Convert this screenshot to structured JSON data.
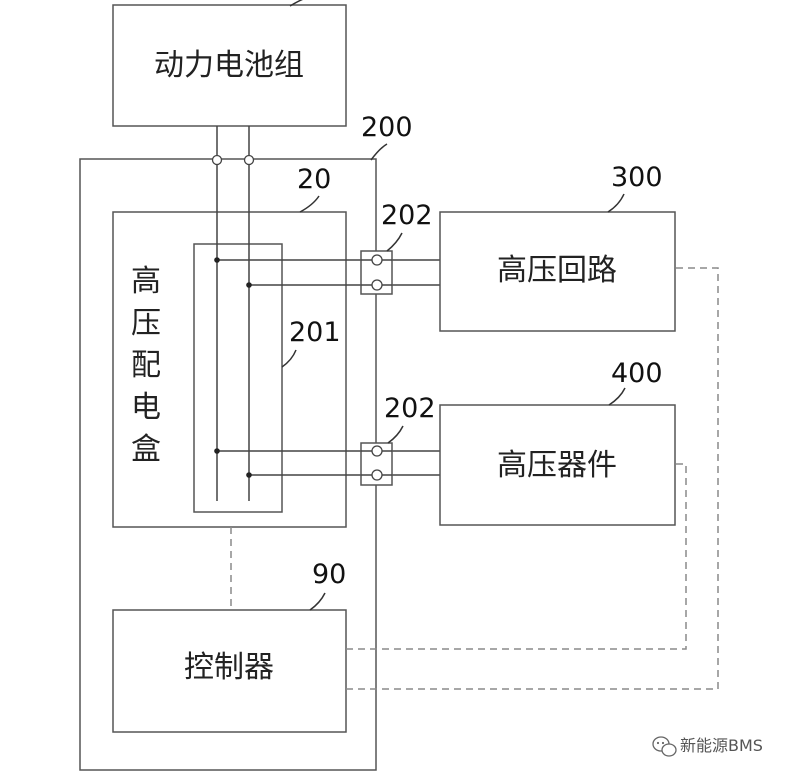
{
  "blocks": {
    "battery": "动力电池组",
    "hv_box_chars": [
      "高",
      "压",
      "配",
      "电",
      "盒"
    ],
    "hv_circuit": "高压回路",
    "hv_device": "高压器件",
    "controller": "控制器"
  },
  "refs": {
    "r200": "200",
    "r20": "20",
    "r202_top": "202",
    "r201": "201",
    "r202_bottom": "202",
    "r300": "300",
    "r400": "400",
    "r90": "90"
  },
  "watermark": {
    "text": "新能源BMS",
    "icon": "wechat-icon"
  },
  "colors": {
    "line": "#555555",
    "dashed": "#8a8a8a",
    "text": "#222222"
  }
}
